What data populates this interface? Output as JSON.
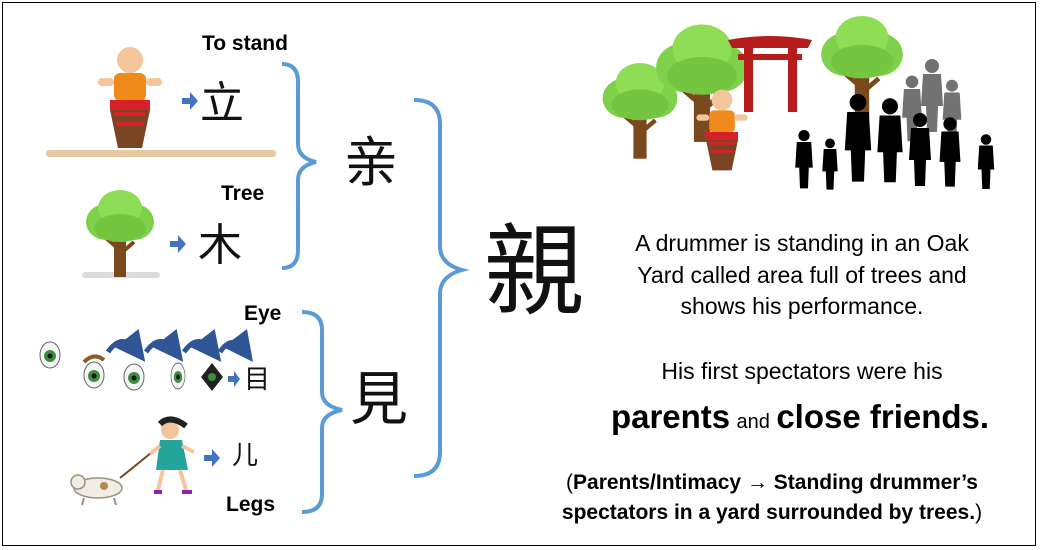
{
  "components": {
    "stand": {
      "label": "To stand",
      "kanji": "立"
    },
    "tree": {
      "label": "Tree",
      "kanji": "木"
    },
    "eye": {
      "label": "Eye",
      "kanji": "目"
    },
    "legs": {
      "label": "Legs",
      "kanji": "儿"
    }
  },
  "merged": {
    "top": "亲",
    "bottom": "見",
    "final": "親"
  },
  "story": {
    "line1": "A drummer is standing in an Oak",
    "line2": "Yard called area full of trees and",
    "line3": "shows his performance.",
    "line4": "His first spectators were his",
    "word_parents": "parents",
    "word_and": "and",
    "word_friends": "close friends."
  },
  "note": {
    "open": "(",
    "meaning": "Parents/Intimacy",
    "arrow": "→",
    "explanation_1": "Standing drummer’s",
    "explanation_2": "spectators in a yard surrounded by trees.",
    "close": ")"
  },
  "colors": {
    "brace": "#5b9bd5",
    "arrow": "#4472c4",
    "tree_leaves": "#7fd04a",
    "tree_trunk": "#7a4a1e",
    "torii": "#b71c1c",
    "ground": "#e6c9a0"
  }
}
